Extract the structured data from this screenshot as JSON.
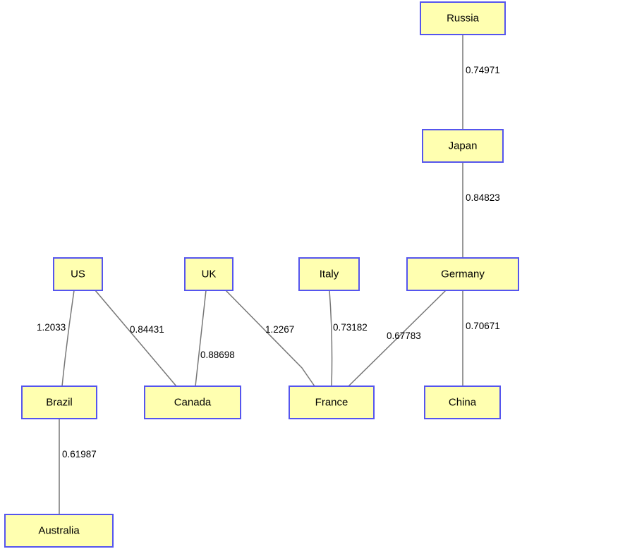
{
  "nodes": [
    {
      "id": "russia",
      "label": "Russia"
    },
    {
      "id": "japan",
      "label": "Japan"
    },
    {
      "id": "us",
      "label": "US"
    },
    {
      "id": "uk",
      "label": "UK"
    },
    {
      "id": "italy",
      "label": "Italy"
    },
    {
      "id": "germany",
      "label": "Germany"
    },
    {
      "id": "brazil",
      "label": "Brazil"
    },
    {
      "id": "canada",
      "label": "Canada"
    },
    {
      "id": "france",
      "label": "France"
    },
    {
      "id": "china",
      "label": "China"
    },
    {
      "id": "australia",
      "label": "Australia"
    }
  ],
  "edges": [
    {
      "from": "russia",
      "to": "japan",
      "weight": "0.74971"
    },
    {
      "from": "japan",
      "to": "germany",
      "weight": "0.84823"
    },
    {
      "from": "us",
      "to": "brazil",
      "weight": "1.2033"
    },
    {
      "from": "us",
      "to": "canada",
      "weight": "0.84431"
    },
    {
      "from": "uk",
      "to": "canada",
      "weight": "0.88698"
    },
    {
      "from": "uk",
      "to": "france",
      "weight": "1.2267"
    },
    {
      "from": "italy",
      "to": "france",
      "weight": "0.73182"
    },
    {
      "from": "germany",
      "to": "france",
      "weight": "0.67783"
    },
    {
      "from": "germany",
      "to": "china",
      "weight": "0.70671"
    },
    {
      "from": "brazil",
      "to": "australia",
      "weight": "0.61987"
    }
  ],
  "colors": {
    "node_fill": "#ffffb0",
    "node_border": "#5555ee",
    "edge": "#777777"
  }
}
